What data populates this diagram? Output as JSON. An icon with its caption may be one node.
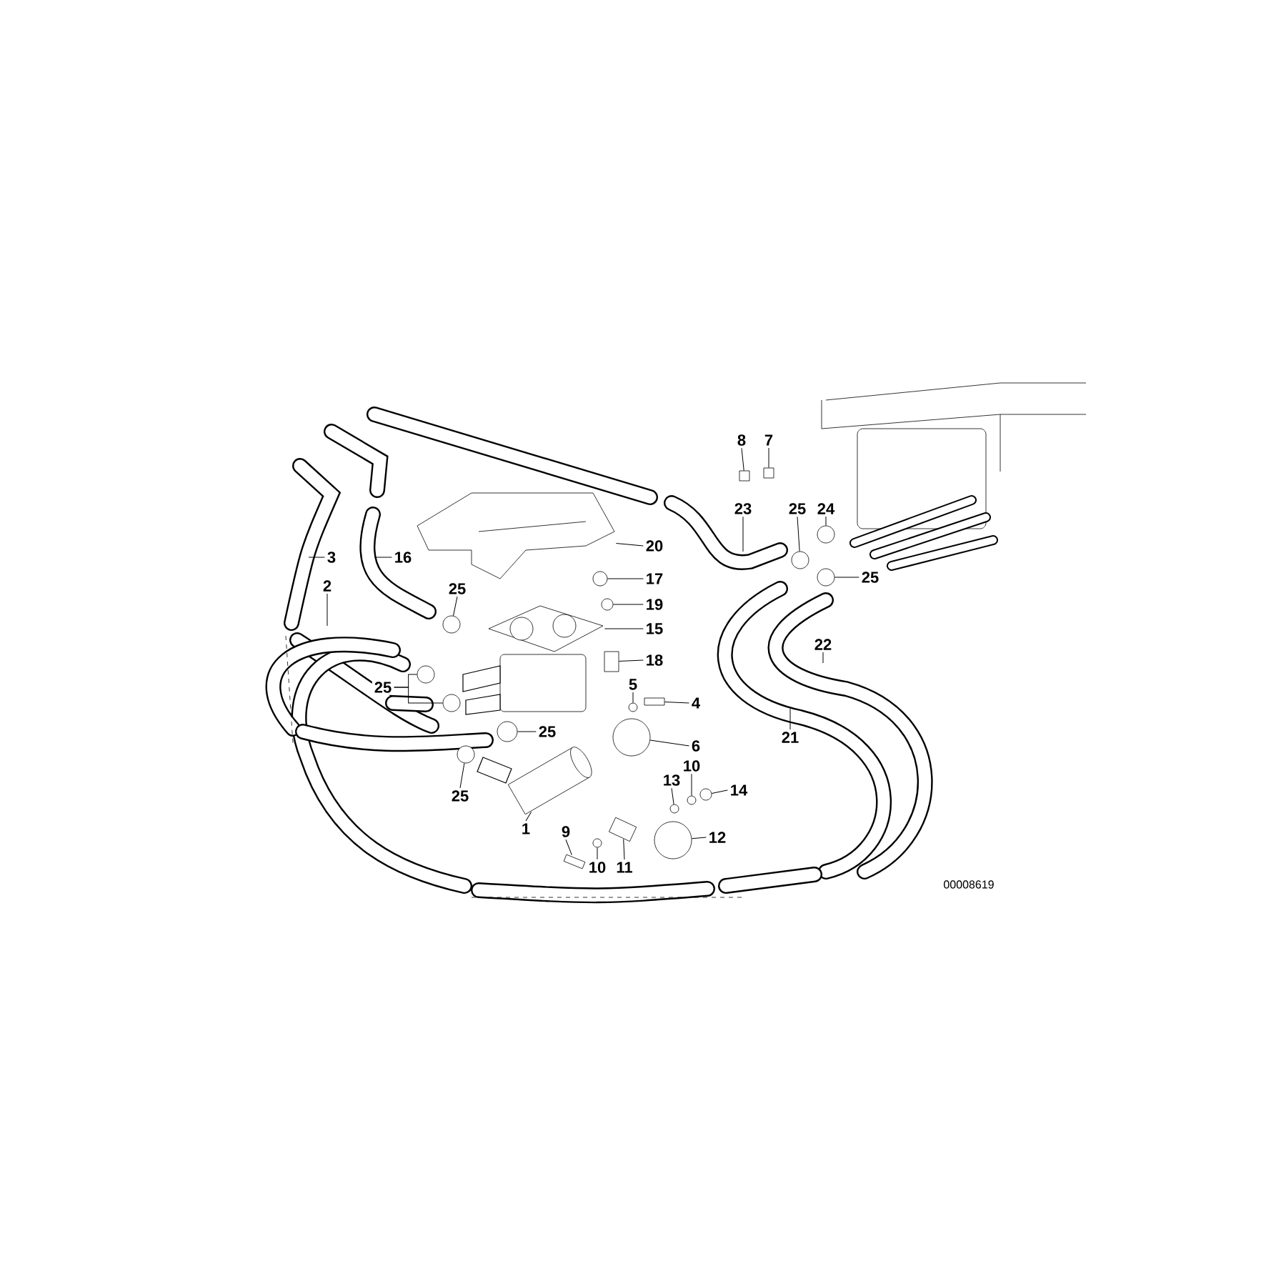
{
  "diagram": {
    "nodes": [
      {
        "text": [
          "8"
        ]
      },
      {
        "text": [
          "7"
        ]
      },
      {
        "text": [
          "23"
        ]
      },
      {
        "text": [
          "25"
        ]
      },
      {
        "text": [
          "24"
        ]
      },
      {
        "text": [
          "20"
        ]
      },
      {
        "text": [
          "3"
        ]
      },
      {
        "text": [
          "16"
        ]
      },
      {
        "text": [
          "17"
        ]
      },
      {
        "text": [
          "25"
        ]
      },
      {
        "text": [
          "2"
        ]
      },
      {
        "text": [
          "25"
        ]
      },
      {
        "text": [
          "19"
        ]
      },
      {
        "text": [
          "15"
        ]
      },
      {
        "text": [
          "22"
        ]
      },
      {
        "text": [
          "18"
        ]
      },
      {
        "text": [
          "25"
        ]
      },
      {
        "text": [
          "5"
        ]
      },
      {
        "text": [
          "4"
        ]
      },
      {
        "text": [
          "25"
        ]
      },
      {
        "text": [
          "21"
        ]
      },
      {
        "text": [
          "6"
        ]
      },
      {
        "text": [
          "13"
        ]
      },
      {
        "text": [
          "10"
        ]
      },
      {
        "text": [
          "14"
        ]
      },
      {
        "text": [
          "25"
        ]
      },
      {
        "text": [
          "1"
        ]
      },
      {
        "text": [
          "9"
        ]
      },
      {
        "text": [
          "12"
        ]
      },
      {
        "text": [
          "10"
        ]
      },
      {
        "text": [
          "11"
        ]
      },
      {
        "text": [],
        "shape": "box"
      },
      {
        "text": [],
        "shape": "box"
      },
      {
        "text": [],
        "shape": "circle"
      },
      {
        "text": [],
        "shape": "circle"
      },
      {
        "text": [],
        "shape": "circle"
      },
      {
        "text": [],
        "shape": "picture"
      },
      {
        "text": [],
        "shape": "circle"
      },
      {
        "text": [],
        "shape": "circle"
      },
      {
        "text": [],
        "shape": "circle"
      },
      {
        "text": [],
        "shape": "picture"
      },
      {
        "text": [],
        "shape": "box"
      },
      {
        "text": [],
        "shape": "circle"
      },
      {
        "text": [],
        "shape": "circle"
      },
      {
        "text": [],
        "shape": "circle"
      },
      {
        "text": [],
        "shape": "box"
      },
      {
        "text": [],
        "shape": "circle"
      },
      {
        "text": [],
        "shape": "circle"
      },
      {
        "text": [],
        "shape": "circle"
      },
      {
        "text": [],
        "shape": "circle"
      },
      {
        "text": [],
        "shape": "circle"
      },
      {
        "text": [],
        "shape": "circle"
      },
      {
        "text": [],
        "shape": "picture"
      },
      {
        "text": [],
        "shape": "picture"
      },
      {
        "text": [],
        "shape": "circle"
      },
      {
        "text": [],
        "shape": "circle"
      },
      {
        "text": [],
        "shape": "picture"
      }
    ],
    "edges": [
      {
        "from": 0,
        "to": 31,
        "arrow": "none"
      },
      {
        "from": 1,
        "to": 32,
        "arrow": "none"
      },
      {
        "from": 2,
        "to": null,
        "arrow": "none"
      },
      {
        "from": 3,
        "to": 33,
        "arrow": "none"
      },
      {
        "from": 4,
        "to": 34,
        "arrow": "none"
      },
      {
        "from": 5,
        "to": 36,
        "arrow": "none"
      },
      {
        "from": 6,
        "to": null,
        "arrow": "none"
      },
      {
        "from": 7,
        "to": null,
        "arrow": "none"
      },
      {
        "from": 8,
        "to": 37,
        "arrow": "none"
      },
      {
        "from": 9,
        "to": 35,
        "arrow": "none"
      },
      {
        "from": 10,
        "to": null,
        "arrow": "none"
      },
      {
        "from": 11,
        "to": 38,
        "arrow": "none"
      },
      {
        "from": 12,
        "to": 39,
        "arrow": "none"
      },
      {
        "from": 13,
        "to": 40,
        "arrow": "none"
      },
      {
        "from": 14,
        "to": null,
        "arrow": "none"
      },
      {
        "from": 15,
        "to": 41,
        "arrow": "none"
      },
      {
        "from": 16,
        "to": 42,
        "arrow": "none"
      },
      {
        "from": 16,
        "to": 43,
        "arrow": "none"
      },
      {
        "from": 17,
        "to": 44,
        "arrow": "none"
      },
      {
        "from": 18,
        "to": 45,
        "arrow": "none"
      },
      {
        "from": 19,
        "to": 46,
        "arrow": "none"
      },
      {
        "from": 20,
        "to": null,
        "arrow": "none"
      },
      {
        "from": 21,
        "to": 47,
        "arrow": "none"
      },
      {
        "from": 22,
        "to": 48,
        "arrow": "none"
      },
      {
        "from": 23,
        "to": 49,
        "arrow": "none"
      },
      {
        "from": 24,
        "to": 50,
        "arrow": "none"
      },
      {
        "from": 25,
        "to": 51,
        "arrow": "none"
      },
      {
        "from": 26,
        "to": 52,
        "arrow": "none"
      },
      {
        "from": 27,
        "to": 53,
        "arrow": "none"
      },
      {
        "from": 28,
        "to": 54,
        "arrow": "none"
      },
      {
        "from": 29,
        "to": 55,
        "arrow": "none"
      },
      {
        "from": 30,
        "to": 56,
        "arrow": "none"
      }
    ],
    "labels": [
      "00008619"
    ]
  }
}
